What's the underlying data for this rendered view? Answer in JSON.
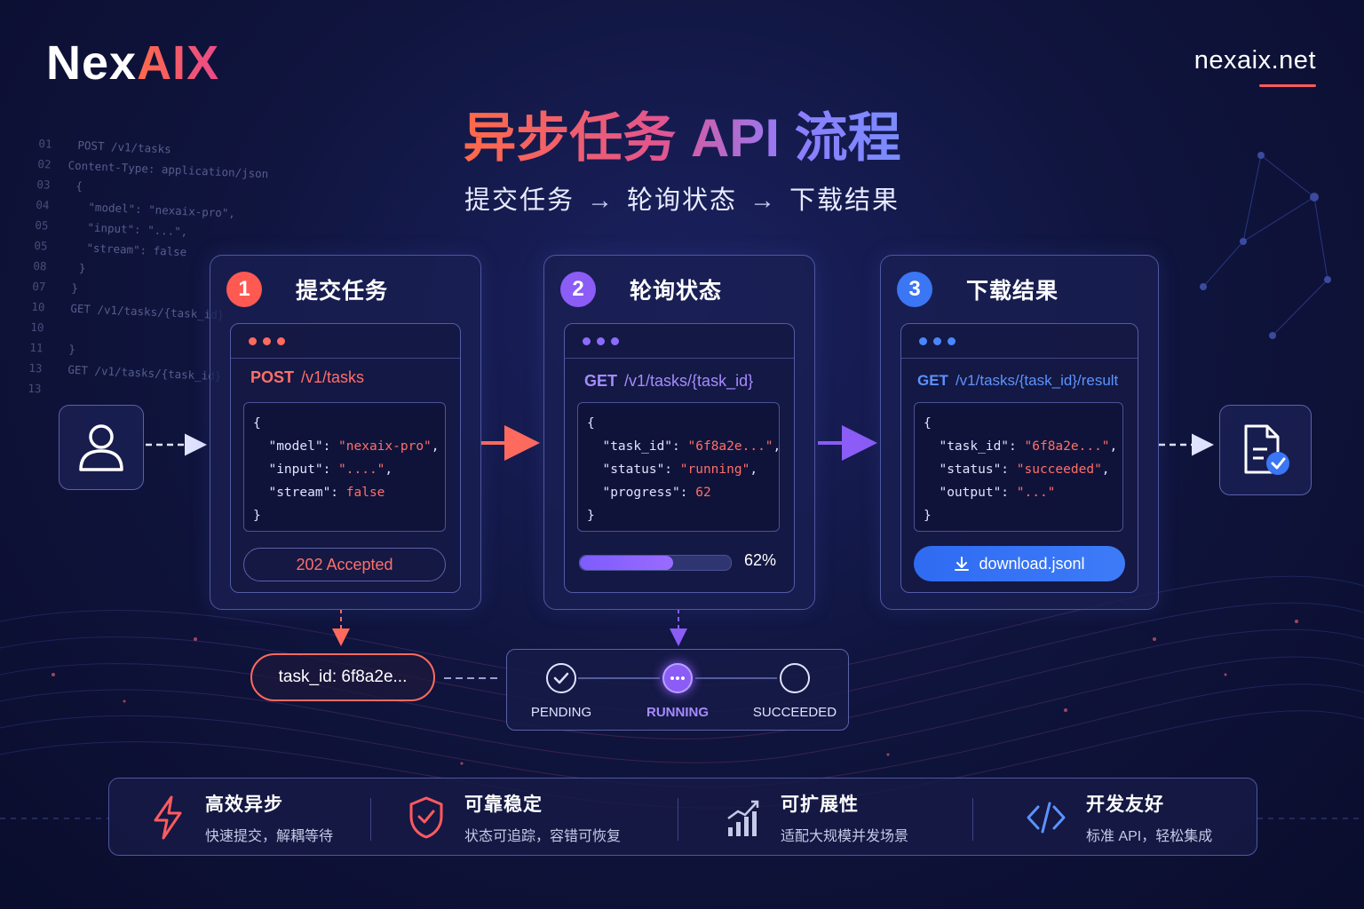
{
  "brand": {
    "logo_a": "Nex",
    "logo_b": "AIX",
    "site": "nexaix.net"
  },
  "title": "异步任务 API 流程",
  "subtitle": {
    "s1": "提交任务",
    "s2": "轮询状态",
    "s3": "下载结果",
    "arrow": "→"
  },
  "code_bg": [
    {
      "n": "01",
      "t": "POST /v1/tasks"
    },
    {
      "n": "02",
      "t": "Content-Type: application/json"
    },
    {
      "n": "03",
      "t": "{"
    },
    {
      "n": "04",
      "t": "  \"model\": \"nexaix-pro\","
    },
    {
      "n": "05",
      "t": "  \"input\": \"...\","
    },
    {
      "n": "05",
      "t": "  \"stream\": false"
    },
    {
      "n": "08",
      "t": " }"
    },
    {
      "n": "07",
      "t": "}"
    },
    {
      "n": "10",
      "t": "GET /v1/tasks/{task_id}"
    },
    {
      "n": "10",
      "t": ""
    },
    {
      "n": "11",
      "t": "}"
    },
    {
      "n": "13",
      "t": "GET /v1/tasks/{task_id}"
    },
    {
      "n": "13",
      "t": ""
    }
  ],
  "steps": [
    {
      "num": "1",
      "title": "提交任务",
      "verb": "POST",
      "path": "/v1/tasks",
      "code": [
        "{",
        "  \"model\": \"nexaix-pro\",",
        "  \"input\": \"....\",",
        "  \"stream\": false",
        "}"
      ],
      "footer": "202 Accepted"
    },
    {
      "num": "2",
      "title": "轮询状态",
      "verb": "GET",
      "path": "/v1/tasks/{task_id}",
      "code": [
        "{",
        "  \"task_id\": \"6f8a2e...\",",
        "  \"status\": \"running\",",
        "  \"progress\": 62",
        "}"
      ],
      "progress": 62,
      "progress_label": "62%"
    },
    {
      "num": "3",
      "title": "下载结果",
      "verb": "GET",
      "path": "/v1/tasks/{task_id}/result",
      "code": [
        "{",
        "  \"task_id\": \"6f8a2e...\",",
        "  \"status\": \"succeeded\",",
        "  \"output\": \"...\"",
        "}"
      ],
      "button": "download.jsonl"
    }
  ],
  "task_id_pill": "task_id: 6f8a2e...",
  "statuses": [
    "PENDING",
    "RUNNING",
    "SUCCEEDED"
  ],
  "features": [
    {
      "icon": "lightning-icon",
      "title": "高效异步",
      "desc": "快速提交，解耦等待"
    },
    {
      "icon": "shield-check-icon",
      "title": "可靠稳定",
      "desc": "状态可追踪，容错可恢复"
    },
    {
      "icon": "bar-chart-icon",
      "title": "可扩展性",
      "desc": "适配大规模并发场景"
    },
    {
      "icon": "code-icon",
      "title": "开发友好",
      "desc": "标准 API，轻松集成"
    }
  ],
  "colors": {
    "coral": "#ff6a5e",
    "purple": "#8b5cf6",
    "blue": "#3b76f5",
    "code_key": "#dfe3ff"
  }
}
